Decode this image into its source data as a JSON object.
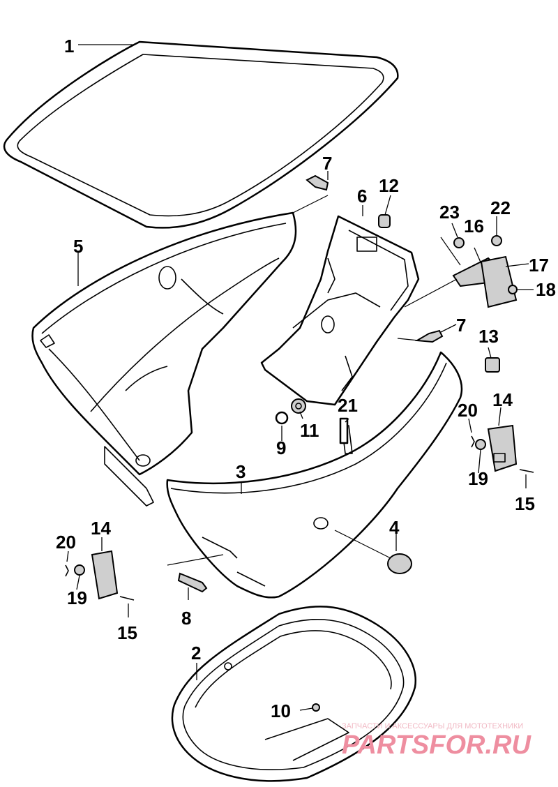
{
  "callouts": {
    "c1": "1",
    "c2": "2",
    "c3": "3",
    "c4": "4",
    "c5": "5",
    "c6": "6",
    "c7a": "7",
    "c7b": "7",
    "c8": "8",
    "c9": "9",
    "c10": "10",
    "c11": "11",
    "c12": "12",
    "c13": "13",
    "c14a": "14",
    "c14b": "14",
    "c15a": "15",
    "c15b": "15",
    "c16": "16",
    "c17": "17",
    "c18": "18",
    "c19a": "19",
    "c19b": "19",
    "c20a": "20",
    "c20b": "20",
    "c21": "21",
    "c22": "22",
    "c23": "23"
  },
  "watermark": {
    "tagline": "ЗАПЧАСТИ И АКСЕССУАРЫ ДЛЯ МОТОТЕХНИКИ",
    "logo": "PARTSFOR.RU"
  }
}
